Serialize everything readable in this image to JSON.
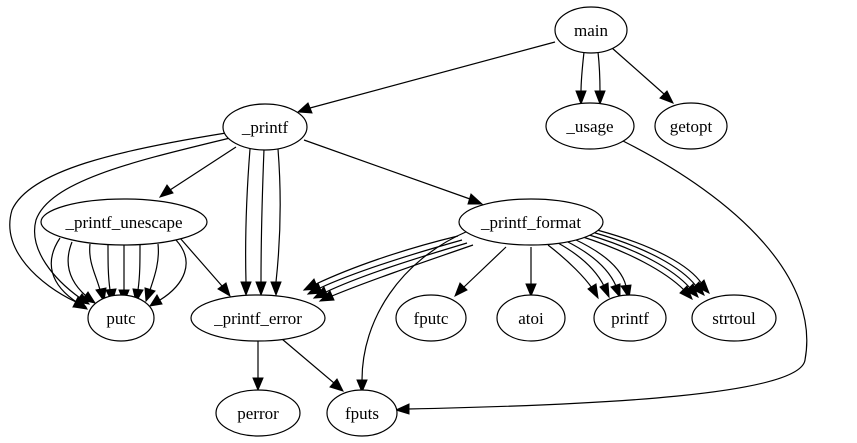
{
  "graph": {
    "nodes": {
      "main": "main",
      "printf_fn": "_printf",
      "usage": "_usage",
      "getopt": "getopt",
      "printf_unescape": "_printf_unescape",
      "printf_format": "_printf_format",
      "putc": "putc",
      "printf_error": "_printf_error",
      "fputc": "fputc",
      "atoi": "atoi",
      "printf": "printf",
      "strtoul": "strtoul",
      "perror": "perror",
      "fputs": "fputs"
    },
    "edges": [
      {
        "from": "main",
        "to": "_printf"
      },
      {
        "from": "main",
        "to": "_usage"
      },
      {
        "from": "main",
        "to": "_usage"
      },
      {
        "from": "main",
        "to": "getopt"
      },
      {
        "from": "_printf",
        "to": "_printf_unescape"
      },
      {
        "from": "_printf",
        "to": "_printf_format"
      },
      {
        "from": "_printf",
        "to": "_printf_error"
      },
      {
        "from": "_printf",
        "to": "_printf_error"
      },
      {
        "from": "_printf",
        "to": "_printf_error"
      },
      {
        "from": "_printf",
        "to": "putc"
      },
      {
        "from": "_printf",
        "to": "putc"
      },
      {
        "from": "_usage",
        "to": "fputs"
      },
      {
        "from": "_printf_unescape",
        "to": "putc",
        "count": 8
      },
      {
        "from": "_printf_unescape",
        "to": "_printf_error"
      },
      {
        "from": "_printf_format",
        "to": "_printf_error",
        "count": 4
      },
      {
        "from": "_printf_format",
        "to": "fputc"
      },
      {
        "from": "_printf_format",
        "to": "atoi"
      },
      {
        "from": "_printf_format",
        "to": "printf",
        "count": 4
      },
      {
        "from": "_printf_format",
        "to": "strtoul",
        "count": 4
      },
      {
        "from": "_printf_format",
        "to": "fputs"
      },
      {
        "from": "_printf_error",
        "to": "perror"
      },
      {
        "from": "_printf_error",
        "to": "fputs"
      }
    ]
  }
}
